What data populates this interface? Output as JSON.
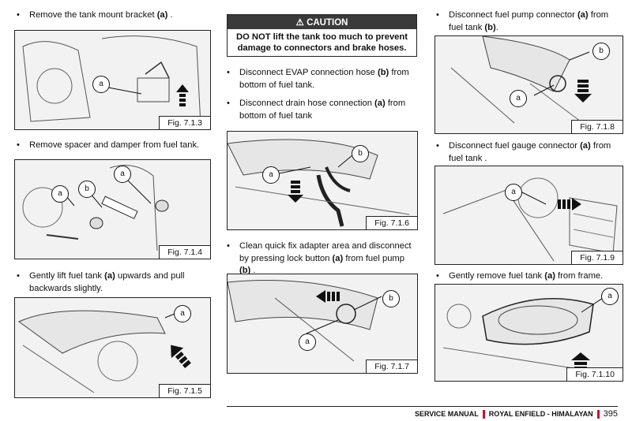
{
  "col1": {
    "step1": {
      "pre": "Remove the tank mount bracket ",
      "key": "(a)",
      "post": " ."
    },
    "fig1": {
      "label": "Fig. 7.1.3",
      "callouts": [
        "a"
      ]
    },
    "step2": {
      "text": "Remove spacer and damper from fuel tank."
    },
    "fig2": {
      "label": "Fig. 7.1.4",
      "callouts": [
        "a",
        "b",
        "a"
      ]
    },
    "step3": {
      "pre": "Gently lift fuel tank ",
      "key": "(a)",
      "post": " upwards and pull backwards slightly."
    },
    "fig3": {
      "label": "Fig. 7.1.5",
      "callouts": [
        "a"
      ]
    }
  },
  "col2": {
    "caution": {
      "title": "CAUTION",
      "icon": "warning-triangle-icon",
      "body": "DO NOT lift the tank too much to prevent damage to connectors and brake hoses."
    },
    "step1": {
      "pre": "Disconnect EVAP connection hose ",
      "key": "(b)",
      "post": " from bottom of fuel tank."
    },
    "step2": {
      "pre": "Disconnect drain hose connection ",
      "key": "(a)",
      "post": " from bottom of fuel tank"
    },
    "fig1": {
      "label": "Fig. 7.1.6",
      "callouts": [
        "a",
        "b"
      ]
    },
    "step3": {
      "pre": "Clean quick fix adapter area and disconnect by pressing lock button ",
      "key": "(a)",
      "mid": " from fuel pump ",
      "key2": "(b)",
      "post": " ."
    },
    "fig2": {
      "label": "Fig. 7.1.7",
      "callouts": [
        "a",
        "b"
      ]
    }
  },
  "col3": {
    "step1": {
      "pre": "Disconnect fuel pump connector ",
      "key": "(a)",
      "mid": " from fuel tank ",
      "key2": "(b)",
      "post": "."
    },
    "fig1": {
      "label": "Fig. 7.1.8",
      "callouts": [
        "a",
        "b"
      ]
    },
    "step2": {
      "pre": "Disconnect fuel gauge connector ",
      "key": "(a)",
      "post": " from fuel tank ."
    },
    "fig2": {
      "label": "Fig. 7.1.9",
      "callouts": [
        "a"
      ]
    },
    "step3": {
      "pre": "Gently remove fuel tank ",
      "key": "(a)",
      "post": " from frame."
    },
    "fig3": {
      "label": "Fig. 7.1.10",
      "callouts": [
        "a"
      ]
    }
  },
  "footer": {
    "manual": "SERVICE MANUAL",
    "brand": "ROYAL ENFIELD - HIMALAYAN",
    "page": "395",
    "accent": "#c8102e"
  }
}
